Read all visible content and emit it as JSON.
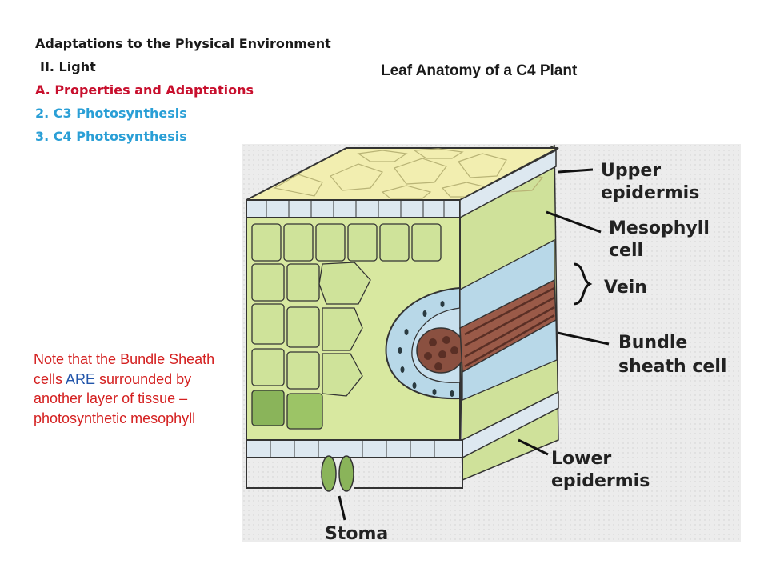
{
  "outline": {
    "heading": "Adaptations to the Physical Environment",
    "section": "II.  Light",
    "item_a": "A. Properties and Adaptations",
    "item_2": "2. C3 Photosynthesis",
    "item_3": "3. C4 Photosynthesis"
  },
  "diagram_title": "Leaf Anatomy of a C4 Plant",
  "note": {
    "part1": "Note that the Bundle Sheath cells ",
    "emphasis": "ARE",
    "part2": " surrounded by another layer of tissue – photosynthetic mesophyll"
  },
  "figure": {
    "labels": {
      "upper_epidermis_1": "Upper",
      "upper_epidermis_2": "epidermis",
      "mesophyll_1": "Mesophyll",
      "mesophyll_2": "cell",
      "vein": "Vein",
      "bundle_sheath_1": "Bundle",
      "bundle_sheath_2": "sheath cell",
      "lower_epidermis_1": "Lower",
      "lower_epidermis_2": "epidermis",
      "stoma": "Stoma"
    },
    "colors": {
      "background": "#e8e8e8",
      "mesophyll": "#d8e8a0",
      "mesophyll_dark": "#8ab45a",
      "sheath": "#b8d8e8",
      "vein": "#8a5040",
      "epidermis_top": "#f2eeb0",
      "epidermis": "#dde8f0"
    }
  }
}
